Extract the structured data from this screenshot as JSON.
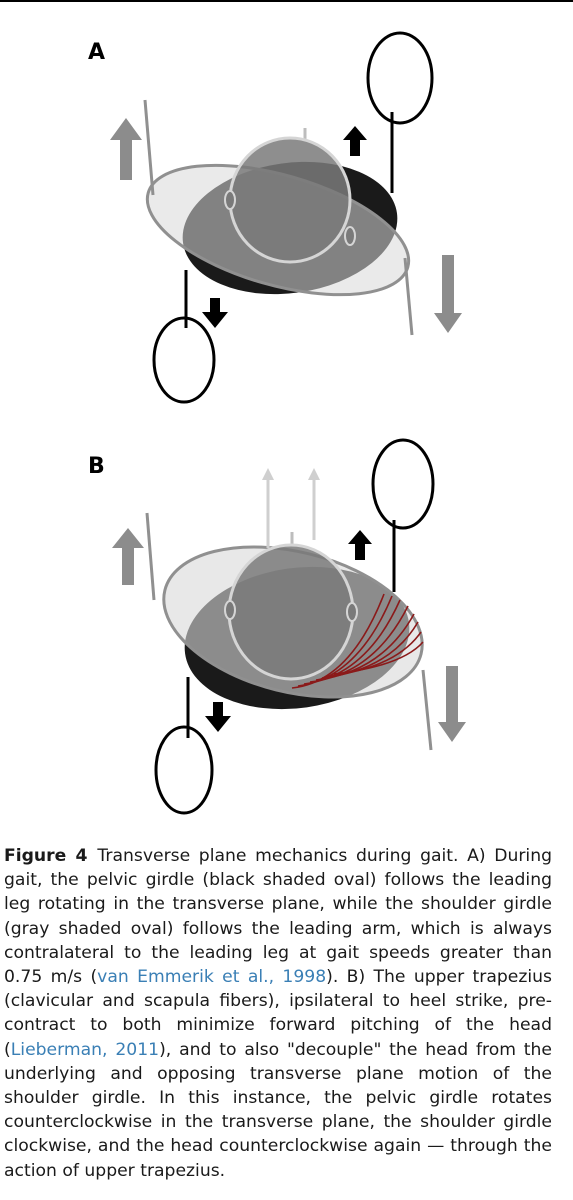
{
  "panels": [
    {
      "label": "A"
    },
    {
      "label": "B"
    }
  ],
  "colors": {
    "pelvic_girdle": "#1a1a1a",
    "shoulder_girdle": "#d9d9d9",
    "head": "#7a7a7a",
    "arrow_gray": "#8c8c8c",
    "arrow_black": "#000000",
    "trapezius": "#8b1a1a",
    "link": "#3a7fb5"
  },
  "caption": {
    "figure_label": "Figure 4",
    "text_1": "Transverse plane mechanics during gait. A) During gait, the pelvic girdle (black shaded oval) follows the leading leg rotating in the transverse plane, while the shoulder girdle (gray shaded oval) follows the leading arm, which is always contralateral to the leading leg at gait speeds greater than 0.75 m/s (",
    "ref_1": "van Emmerik et al., 1998",
    "text_2": "). B) The upper trapezius (clavicular and scapula fibers), ipsilateral to heel strike, pre-contract to both minimize forward pitching of the head (",
    "ref_2": "Lieberman, 2011",
    "text_3": "), and to also \"decouple\" the head from the underlying and opposing transverse plane motion of the shoulder girdle. In this instance, the pelvic girdle rotates counterclockwise in the transverse plane, the shoulder girdle clockwise, and the head counterclockwise again — through the action of upper trapezius."
  }
}
